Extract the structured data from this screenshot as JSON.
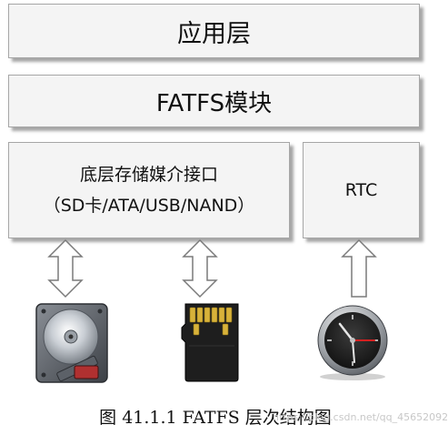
{
  "layers": {
    "app": "应用层",
    "fatfs": "FATFS模块",
    "storage_line1": "底层存储媒介接口",
    "storage_line2": "（SD卡/ATA/USB/NAND）",
    "rtc": "RTC"
  },
  "icons": [
    "hard-disk-icon",
    "sd-card-icon",
    "clock-icon"
  ],
  "caption": "图 41.1.1 FATFS 层次结构图",
  "watermark": "https://blog.csdn.net/qq_45652092"
}
